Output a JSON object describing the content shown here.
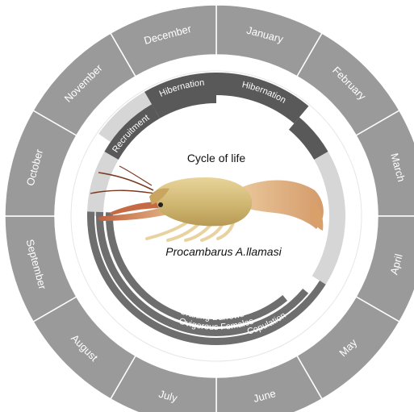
{
  "title": "Cycle of life",
  "species": "Procambarus A.llamasi",
  "months": [
    "January",
    "February",
    "March",
    "April",
    "May",
    "June",
    "July",
    "August",
    "September",
    "October",
    "November",
    "December"
  ],
  "phases": {
    "hibernation": "Hibernation",
    "recruitment": "Recruitment",
    "copulation": "Copulation",
    "ovigerous_females": "Ovigerous  Females",
    "crafting_burrows": "Crafting Burrows"
  },
  "colors": {
    "month_ring": "#9a9a9a",
    "phase_dark": "#595959",
    "phase_medium": "#6e6e6e",
    "phase_light": "#d6d6d6",
    "divider": "#ffffff"
  },
  "image": {
    "icon": "crayfish-illustration"
  }
}
